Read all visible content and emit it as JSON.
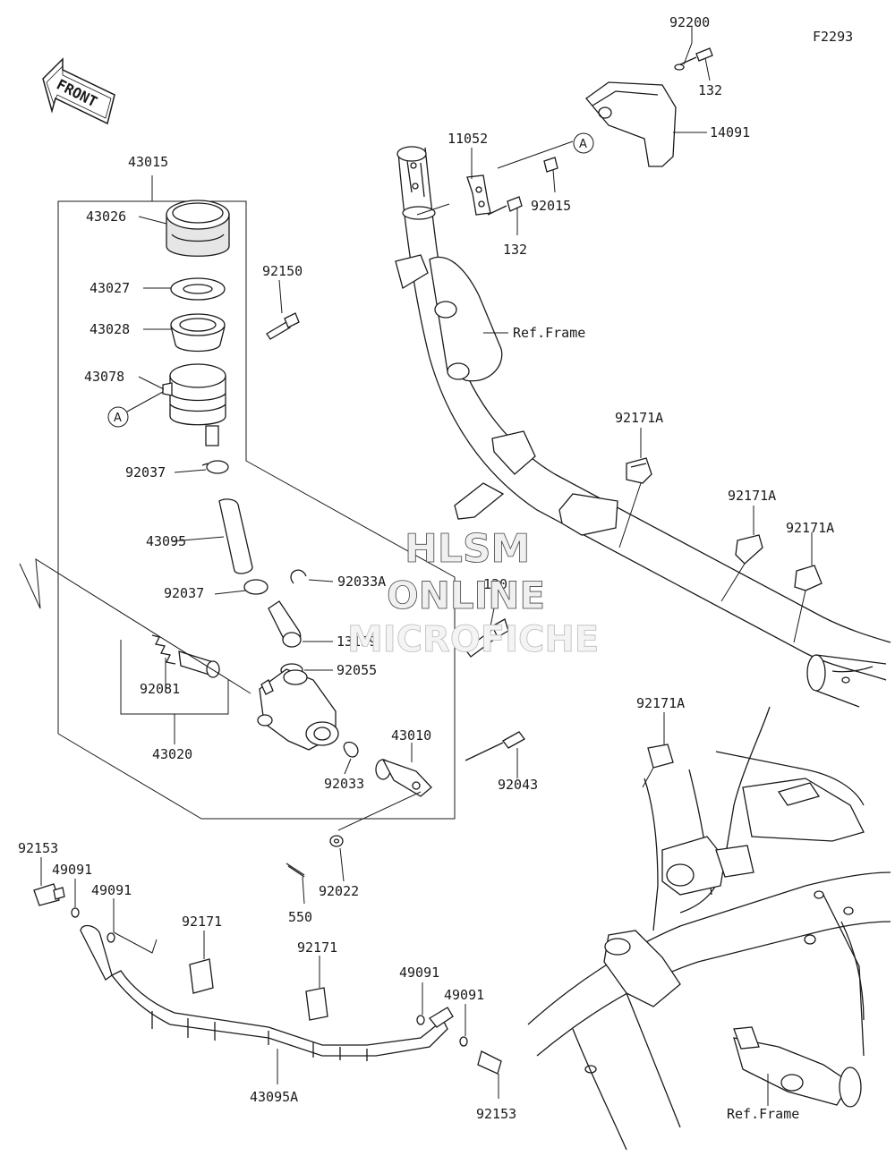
{
  "figure_code": "F2293",
  "direction_label": "FRONT",
  "callout_letter": "A",
  "ref_frame_label": "Ref.Frame",
  "watermark": {
    "line1": "HLSM",
    "line2": "ONLINE",
    "line3": "MICROFICHE"
  },
  "parts": {
    "p92200": "92200",
    "p132_top": "132",
    "p14091": "14091",
    "p11052": "11052",
    "p92015": "92015",
    "p132_mid": "132",
    "p43015": "43015",
    "p43026": "43026",
    "p43027": "43027",
    "p43028": "43028",
    "p43078": "43078",
    "p92150": "92150",
    "p92037_a": "92037",
    "p43095": "43095",
    "p92037_b": "92037",
    "p92033A": "92033A",
    "p130": "130",
    "p13159": "13159",
    "p92055": "92055",
    "p92081": "92081",
    "p43020": "43020",
    "p92033": "92033",
    "p43010": "43010",
    "p92043": "92043",
    "p92022": "92022",
    "p550": "550",
    "p92171A_1": "92171A",
    "p92171A_2": "92171A",
    "p92171A_3": "92171A",
    "p92171A_4": "92171A",
    "p92153_a": "92153",
    "p49091_a": "49091",
    "p49091_b": "49091",
    "p92171_a": "92171",
    "p92171_b": "92171",
    "p49091_c": "49091",
    "p49091_d": "49091",
    "p92153_b": "92153",
    "p43095A": "43095A"
  }
}
